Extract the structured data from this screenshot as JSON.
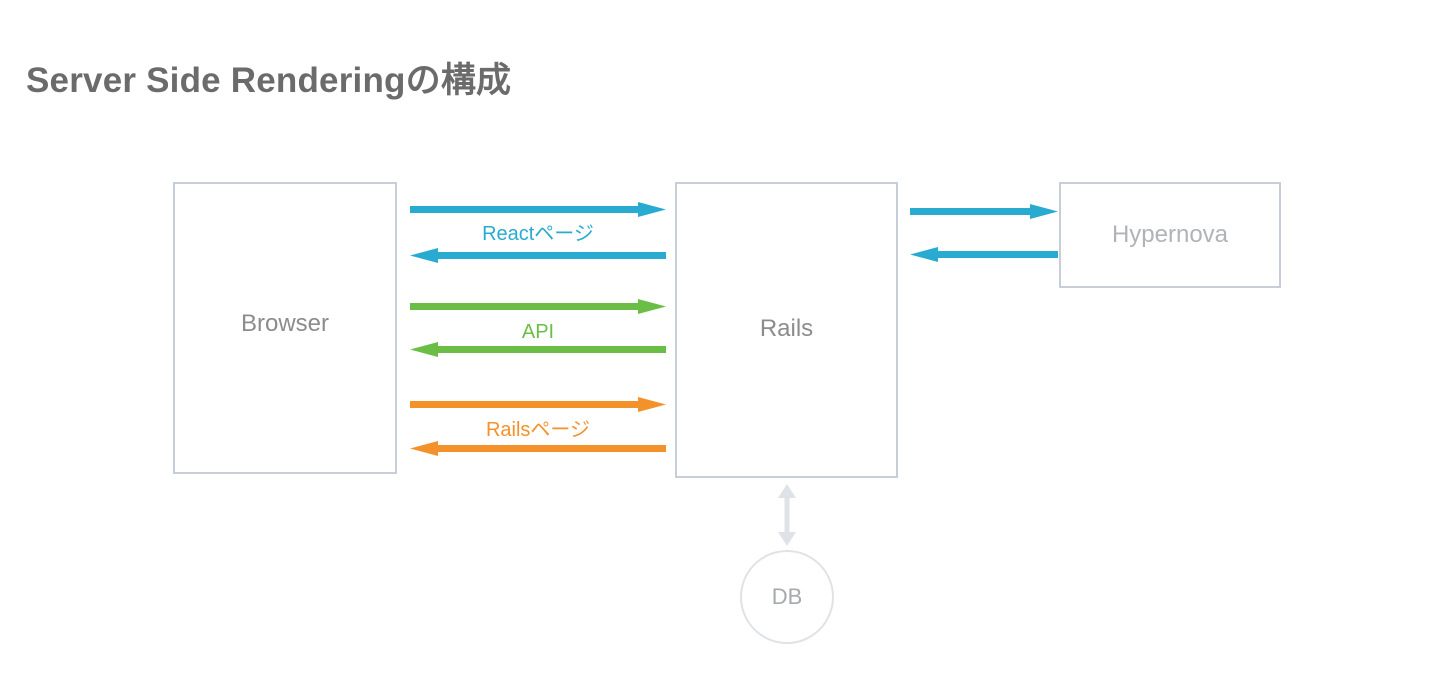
{
  "slide": {
    "title": "Server Side Renderingの構成",
    "title_color": "#6b6b6b",
    "background": "#ffffff"
  },
  "palette": {
    "box_border": "#c7ced9",
    "node_text": "#8c8c8c",
    "node_text_muted": "#b0b3b8",
    "react_blue": "#29abd1",
    "api_green": "#6bbe45",
    "rails_orange": "#f3922b",
    "db_gray": "#dfe2e7"
  },
  "nodes": [
    {
      "id": "browser",
      "label": "Browser",
      "shape": "rect"
    },
    {
      "id": "rails",
      "label": "Rails",
      "shape": "rect"
    },
    {
      "id": "hypernova",
      "label": "Hypernova",
      "shape": "rect"
    },
    {
      "id": "db",
      "label": "DB",
      "shape": "circle"
    }
  ],
  "flows": [
    {
      "id": "react-page",
      "label": "Reactページ",
      "color": "#29abd1",
      "from": "Browser",
      "to": "Rails",
      "bidirectional": true
    },
    {
      "id": "api",
      "label": "API",
      "color": "#6bbe45",
      "from": "Browser",
      "to": "Rails",
      "bidirectional": true
    },
    {
      "id": "rails-page",
      "label": "Railsページ",
      "color": "#f3922b",
      "from": "Browser",
      "to": "Rails",
      "bidirectional": true
    },
    {
      "id": "rails-hypernova",
      "label": "",
      "color": "#29abd1",
      "from": "Rails",
      "to": "Hypernova",
      "bidirectional": true
    },
    {
      "id": "rails-db",
      "label": "",
      "color": "#dfe2e7",
      "from": "Rails",
      "to": "DB",
      "bidirectional": true
    }
  ]
}
